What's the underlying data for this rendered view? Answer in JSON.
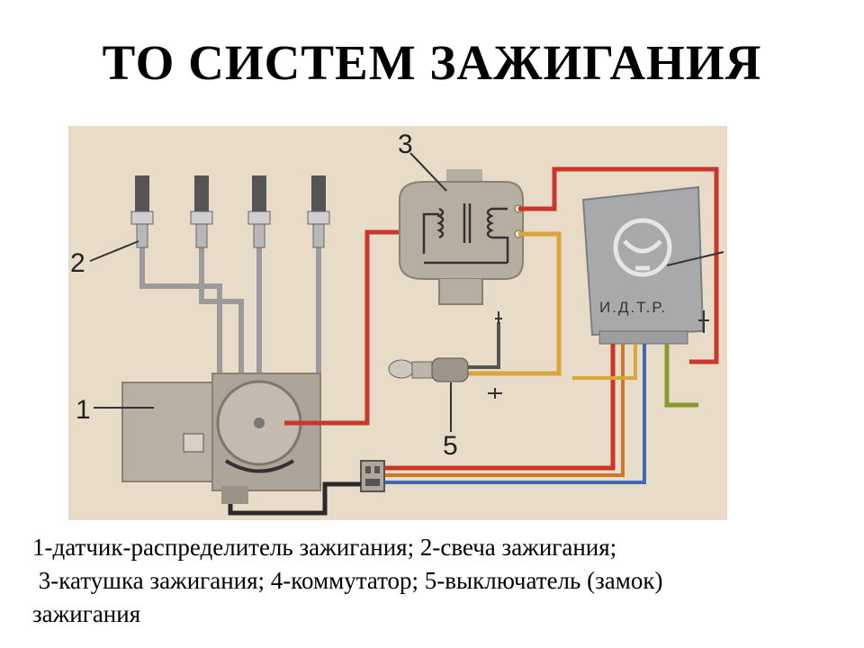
{
  "title": "ТО СИСТЕМ ЗАЖИГАНИЯ",
  "diagram": {
    "labels": {
      "distributor": "1",
      "spark_plug": "2",
      "coil": "3",
      "switch": "5",
      "commutator_text": "И.Д.Т.Р."
    },
    "colors": {
      "background": "#e8dcc9",
      "wire_gray": "#9b9b9b",
      "wire_red": "#c8372a",
      "wire_yellow": "#d8a63a",
      "wire_blue": "#4467b5",
      "wire_green": "#8a9a2c",
      "wire_black": "#2a2a2a"
    }
  },
  "caption": {
    "line1": "1-датчик-распределитель зажигания; 2-свеча зажигания;",
    "line2": " 3-катушка зажигания; 4-коммутатор; 5-выключатель (замок)",
    "line3": "зажигания"
  }
}
